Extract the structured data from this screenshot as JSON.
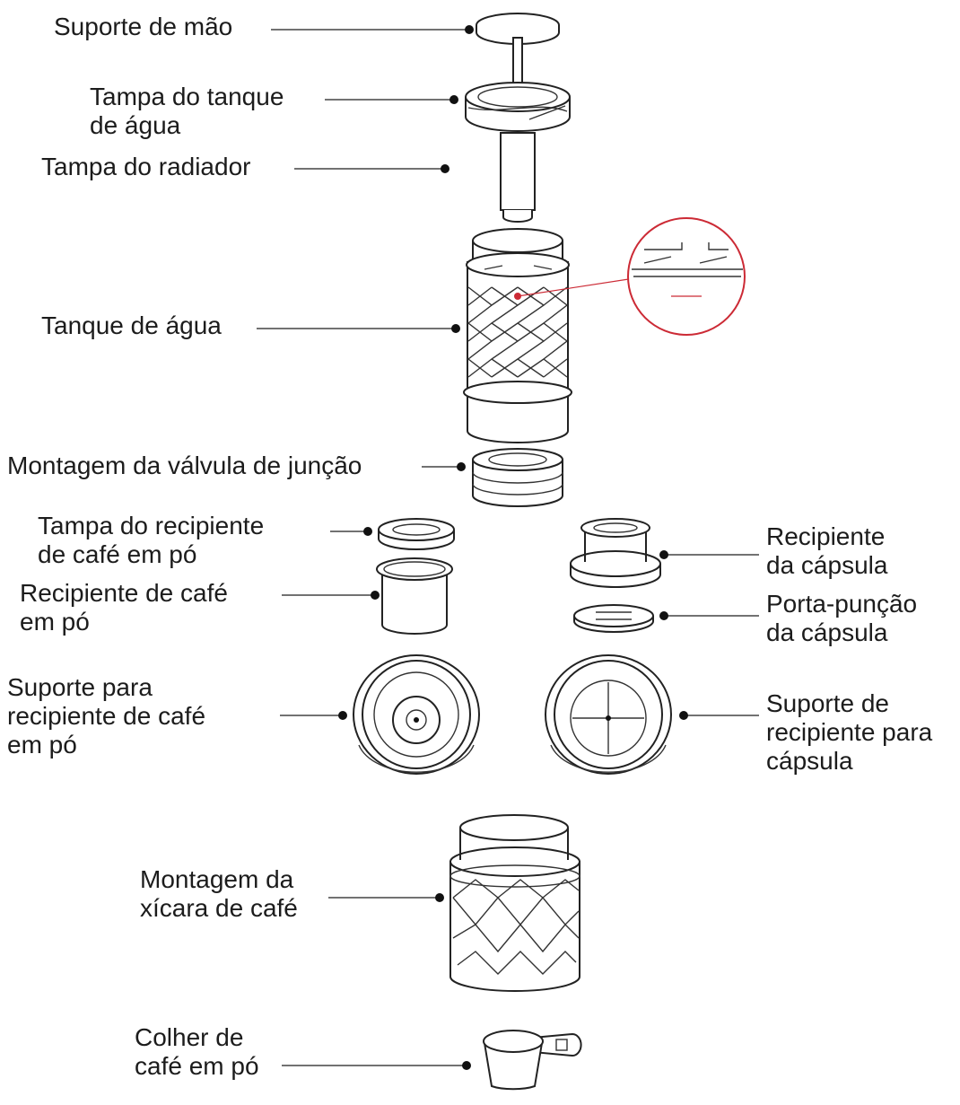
{
  "labels": {
    "hand_support": [
      "Suporte de mão"
    ],
    "tank_lid": [
      "Tampa do tanque",
      "de água"
    ],
    "radiator_lid": [
      "Tampa do radiador"
    ],
    "water_tank": [
      "Tanque de água"
    ],
    "valve_assembly": [
      "Montagem da válvula de junção"
    ],
    "powder_container_lid": [
      "Tampa do recipiente",
      "de café em pó"
    ],
    "powder_container": [
      "Recipiente de café",
      "em pó"
    ],
    "capsule_container": [
      "Recipiente",
      "da cápsula"
    ],
    "capsule_punch_holder": [
      "Porta-punção",
      "da cápsula"
    ],
    "powder_holder": [
      "Suporte para",
      "recipiente de café",
      "em pó"
    ],
    "capsule_holder": [
      "Suporte de",
      "recipiente para",
      "cápsula"
    ],
    "cup_assembly": [
      "Montagem da",
      "xícara de café"
    ],
    "coffee_scoop": [
      "Colher de",
      "café em pó"
    ]
  },
  "colors": {
    "line": "#222222",
    "text": "#1c1c1c",
    "accent": "#cc2a35"
  }
}
